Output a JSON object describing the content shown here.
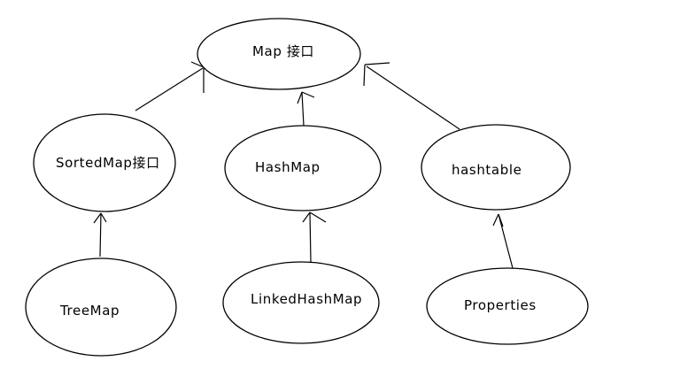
{
  "diagram": {
    "nodes": [
      {
        "id": "map",
        "label": "Map 接口"
      },
      {
        "id": "sortedmap",
        "label": "SortedMap接口"
      },
      {
        "id": "hashmap",
        "label": "HashMap"
      },
      {
        "id": "hashtable",
        "label": "hashtable"
      },
      {
        "id": "treemap",
        "label": "TreeMap"
      },
      {
        "id": "linkedhashmap",
        "label": "LinkedHashMap"
      },
      {
        "id": "properties",
        "label": "Properties"
      }
    ],
    "edges": [
      {
        "from": "sortedmap",
        "to": "map"
      },
      {
        "from": "hashmap",
        "to": "map"
      },
      {
        "from": "hashtable",
        "to": "map"
      },
      {
        "from": "treemap",
        "to": "sortedmap"
      },
      {
        "from": "linkedhashmap",
        "to": "hashmap"
      },
      {
        "from": "properties",
        "to": "hashtable"
      }
    ]
  }
}
